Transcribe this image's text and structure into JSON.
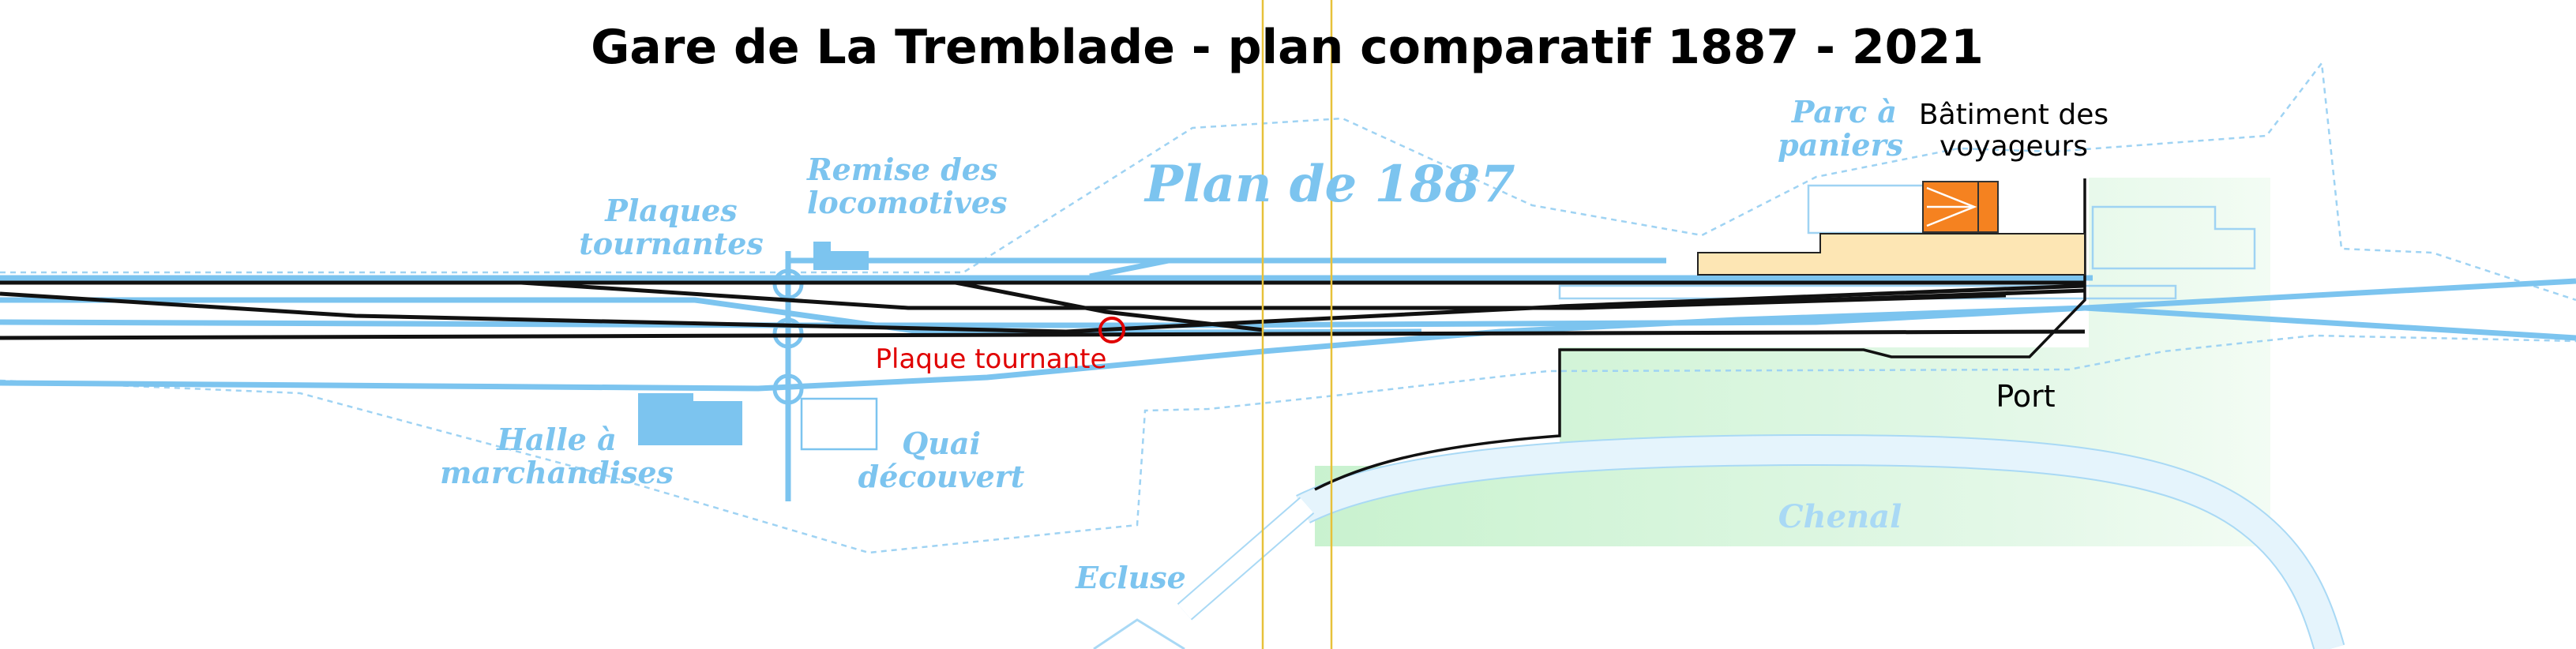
{
  "title": "Gare de La Tremblade - plan comparatif 1887 - 2021",
  "legend_1887": "Plan de 1887",
  "labels_1887": {
    "plaques_line1": "Plaques",
    "plaques_line2": "tournantes",
    "remise_line1": "Remise des",
    "remise_line2": "locomotives",
    "parc_line1": "Parc à",
    "parc_line2": "paniers",
    "halle_line1": "Halle à",
    "halle_line2": "marchandises",
    "quai_line1": "Quai",
    "quai_line2": "découvert",
    "ecluse": "Ecluse",
    "chenal": "Chenal"
  },
  "labels_2021": {
    "batiment_line1": "Bâtiment des",
    "batiment_line2": "voyageurs",
    "port": "Port",
    "plaque_tournante": "Plaque tournante"
  },
  "colors": {
    "old_plan": "#7cc4ef",
    "old_light": "#a9d9f5",
    "current_tracks": "#111111",
    "building_fill": "#fde6b4",
    "building_orange": "#f58220",
    "green_zone": "#cdf3d4",
    "red_marker": "#e00000",
    "guide_lines": "#e7c13a"
  }
}
